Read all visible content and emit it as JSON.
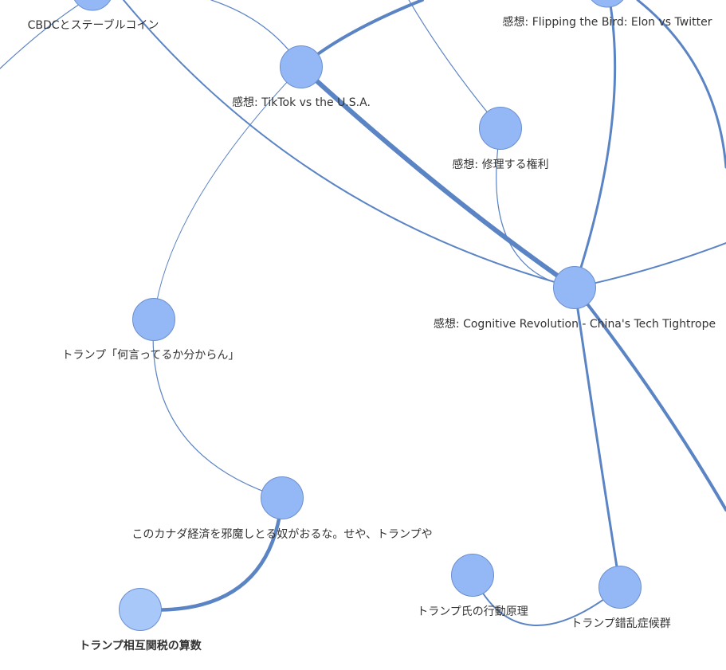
{
  "graph": {
    "nodes": [
      {
        "id": "cbdc",
        "label": "CBDCとステーブルコイン",
        "current": false
      },
      {
        "id": "tiktok",
        "label": "感想: TikTok vs the U.S.A.",
        "current": false
      },
      {
        "id": "bird",
        "label": "感想: Flipping the Bird: Elon vs Twitter",
        "current": false
      },
      {
        "id": "repair",
        "label": "感想: 修理する権利",
        "current": false
      },
      {
        "id": "china",
        "label": "感想: Cognitive Revolution - China's Tech Tightrope",
        "current": false
      },
      {
        "id": "trump-talk",
        "label": "トランプ「何言ってるか分からん」",
        "current": false
      },
      {
        "id": "canada",
        "label": "このカナダ経済を邪魔しとる奴がおるな。せや、トランプや",
        "current": false
      },
      {
        "id": "tariff",
        "label": "トランプ相互関税の算数",
        "current": true
      },
      {
        "id": "behavior",
        "label": "トランプ氏の行動原理",
        "current": false
      },
      {
        "id": "syndrome",
        "label": "トランプ錯乱症候群",
        "current": false
      }
    ]
  },
  "colors": {
    "node_fill": "#94b8f6",
    "node_current_fill": "#a9c8fa",
    "edge": "#5b84c4",
    "label": "#333333"
  }
}
